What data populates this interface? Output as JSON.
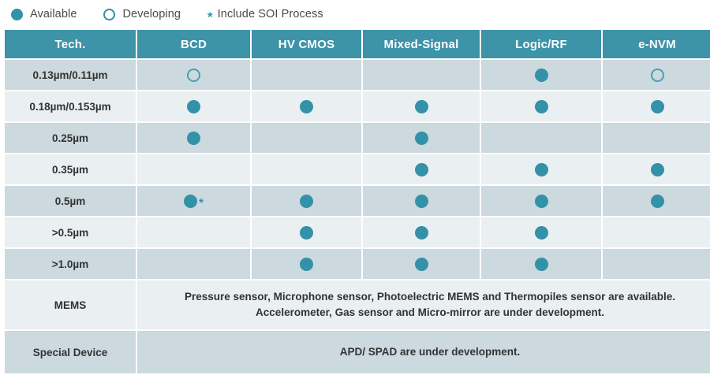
{
  "legend": {
    "items": [
      {
        "marker": "filled",
        "label": "Available"
      },
      {
        "marker": "hollow",
        "label": "Developing"
      },
      {
        "marker": "star",
        "label": "Include SOI Process"
      }
    ]
  },
  "colors": {
    "header_bg": "#3d93a8",
    "marker": "#3391a8",
    "band_dark": "#ccd9de",
    "band_light": "#eaeff2",
    "header_text": "#ffffff",
    "body_text": "#333333"
  },
  "table": {
    "columns": [
      "Tech.",
      "BCD",
      "HV CMOS",
      "Mixed-Signal",
      "Logic/RF",
      "e-NVM"
    ],
    "rows": [
      {
        "label": "0.13µm/0.11µm",
        "cells": [
          "hollow",
          "",
          "",
          "filled",
          "hollow"
        ]
      },
      {
        "label": "0.18µm/0.153µm",
        "cells": [
          "filled",
          "filled",
          "filled",
          "filled",
          "filled"
        ]
      },
      {
        "label": "0.25µm",
        "cells": [
          "filled",
          "",
          "filled",
          "",
          ""
        ]
      },
      {
        "label": "0.35µm",
        "cells": [
          "",
          "",
          "filled",
          "filled",
          "filled"
        ]
      },
      {
        "label": "0.5µm",
        "cells": [
          "filled-star",
          "filled",
          "filled",
          "filled",
          "filled"
        ]
      },
      {
        "label": ">0.5µm",
        "cells": [
          "",
          "filled",
          "filled",
          "filled",
          ""
        ]
      },
      {
        "label": ">1.0µm",
        "cells": [
          "",
          "filled",
          "filled",
          "filled",
          ""
        ]
      }
    ],
    "notes": [
      {
        "label": "MEMS",
        "line1": "Pressure sensor, Microphone sensor, Photoelectric MEMS and Thermopiles sensor are available.",
        "line2": "Accelerometer, Gas sensor and Micro-mirror are under development."
      },
      {
        "label": "Special Device",
        "line1": "APD/ SPAD are under development.",
        "line2": ""
      }
    ]
  }
}
